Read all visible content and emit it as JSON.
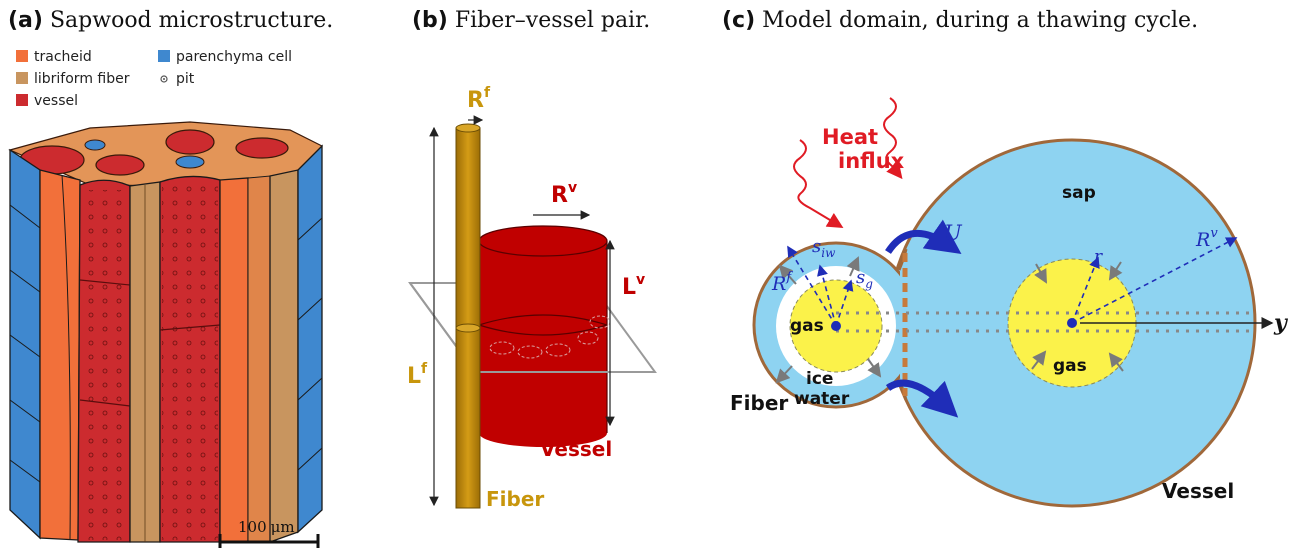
{
  "panels": {
    "a": {
      "label": "(a)",
      "title": "Sapwood microstructure."
    },
    "b": {
      "label": "(b)",
      "title": "Fiber–vessel pair."
    },
    "c": {
      "label": "(c)",
      "title": "Model domain, during a thawing cycle."
    }
  },
  "legend": {
    "items": [
      {
        "label": "tracheid",
        "color": "#f2703a"
      },
      {
        "label": "libriform fiber",
        "color": "#c8955f"
      },
      {
        "label": "vessel",
        "color": "#cc2b2f"
      },
      {
        "label": "parenchyma cell",
        "color": "#3f88cf"
      },
      {
        "label": "pit",
        "color": "#555555"
      }
    ]
  },
  "scalebar": {
    "num": "100",
    "unit": "μm"
  },
  "fiber_vessel": {
    "rf_main": "R",
    "rf_sup": "f",
    "rv_main": "R",
    "rv_sup": "v",
    "lv_main": "L",
    "lv_sup": "v",
    "lf_main": "L",
    "lf_sup": "f",
    "vessel": "Vessel",
    "fiber": "Fiber"
  },
  "model": {
    "heat_line1": "Heat",
    "heat_line2": "influx",
    "sap": "sap",
    "gas_left": "gas",
    "gas_right": "gas",
    "ice": "ice",
    "water": "water",
    "fiber": "Fiber",
    "vessel": "Vessel",
    "U": "U",
    "r": "r",
    "y": "y",
    "rv_main": "R",
    "rv_sup": "v",
    "rf_main": "R",
    "rf_sup": "f",
    "siw_main": "s",
    "siw_sub": "iw",
    "sg_main": "s",
    "sg_sub": "g"
  },
  "colors": {
    "tracheid": "#f2703a",
    "fiber": "#c8955f",
    "vessel": "#cc2b2f",
    "parenchyma": "#3f88cf",
    "fiber_rod": "#b8860b",
    "vessel_cyl": "#c00000",
    "sap": "#8ed3f1",
    "gas": "#fbf24a",
    "annot_blue": "#1f2db8",
    "heat_red": "#e01b24"
  }
}
